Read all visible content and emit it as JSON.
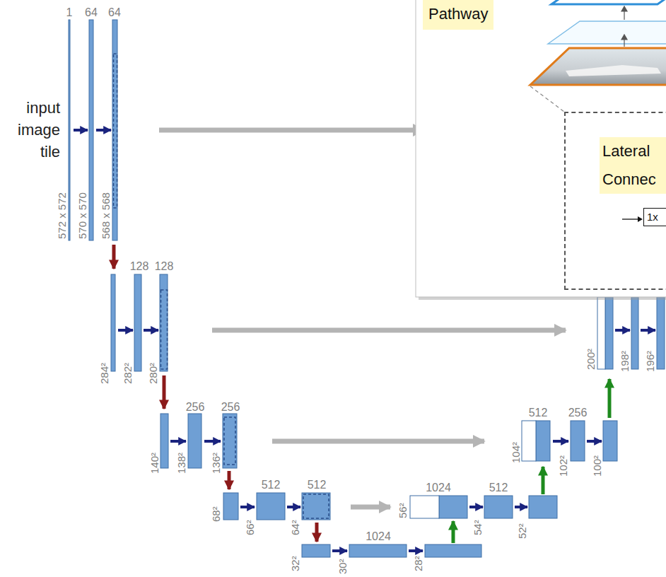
{
  "diagram": {
    "nodes": [
      {
        "text": [
          "Pathway"
        ]
      },
      {
        "text": [
          "Lateral Connec"
        ]
      },
      {
        "text": [
          "1x"
        ],
        "in": 1
      }
    ],
    "labels": [
      "1",
      "64",
      "64",
      "input image tile",
      "572 x 572",
      "570 x 570",
      "568 x 568",
      "128",
      "128",
      "284²",
      "282²",
      "280²",
      "256",
      "256",
      "140²",
      "138²",
      "136²",
      "512",
      "512",
      "68²",
      "66²",
      "64²",
      "32²",
      "30²",
      "28²",
      "1024",
      "1024",
      "56²",
      "512",
      "54²",
      "52²",
      "512",
      "256",
      "104²",
      "102²",
      "100²",
      "200²",
      "198²",
      "196²"
    ]
  }
}
